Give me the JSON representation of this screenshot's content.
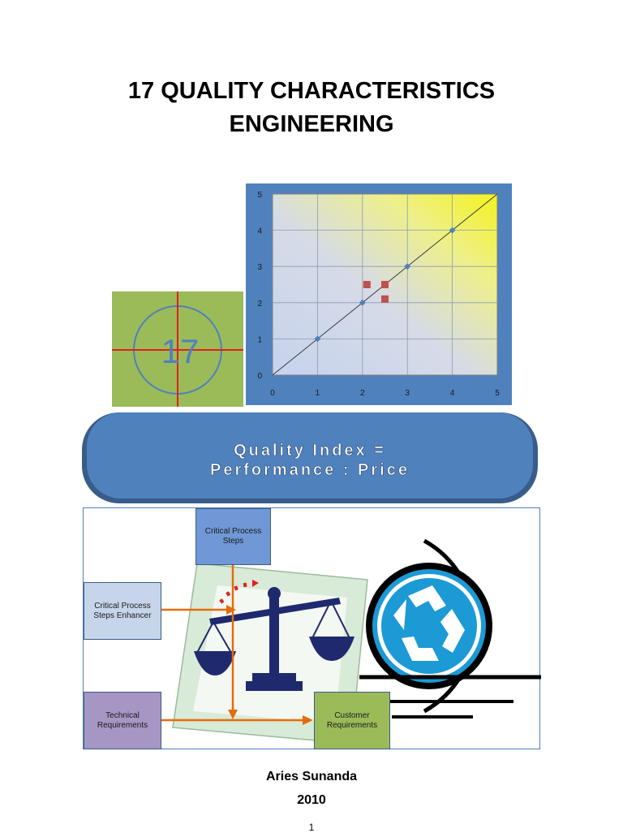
{
  "document": {
    "title_line1": "17 QUALITY CHARACTERISTICS",
    "title_line2": "ENGINEERING",
    "author": "Aries Sunanda",
    "year": "2010",
    "page_number": "1"
  },
  "emblem": {
    "number": "17",
    "background_color": "#9bbb59",
    "crosshair_color": "#e02020",
    "circle_color": "#4f81bd"
  },
  "banner": {
    "line1": "Quality Index =",
    "line2": "Performance : Price",
    "fill_color": "#4f81bd"
  },
  "flow": {
    "critical_steps": "Critical Process Steps",
    "enhancer": "Critical Process Steps Enhancer",
    "technical": "Technical Requirements",
    "customer": "Customer Requirements",
    "icons": [
      "balance-scale-icon",
      "recycle-icon"
    ]
  },
  "chart_data": {
    "type": "scatter",
    "title": "",
    "xlabel": "",
    "ylabel": "",
    "xlim": [
      0,
      5
    ],
    "ylim": [
      0,
      5
    ],
    "x_ticks": [
      "0",
      "1",
      "2",
      "3",
      "4",
      "5"
    ],
    "y_ticks": [
      "0",
      "1",
      "2",
      "3",
      "4",
      "5"
    ],
    "grid": true,
    "legend": "none",
    "line": {
      "x": [
        0,
        5
      ],
      "y": [
        0,
        5
      ]
    },
    "series": [
      {
        "marker": "diamond",
        "color": "#4f81bd",
        "points": [
          [
            1,
            1
          ],
          [
            2,
            2
          ],
          [
            3,
            3
          ],
          [
            4,
            4
          ]
        ]
      },
      {
        "marker": "square",
        "color": "#c0504d",
        "points": [
          [
            2.1,
            2.5
          ],
          [
            2.5,
            2.5
          ],
          [
            2.5,
            2.1
          ]
        ]
      }
    ]
  }
}
